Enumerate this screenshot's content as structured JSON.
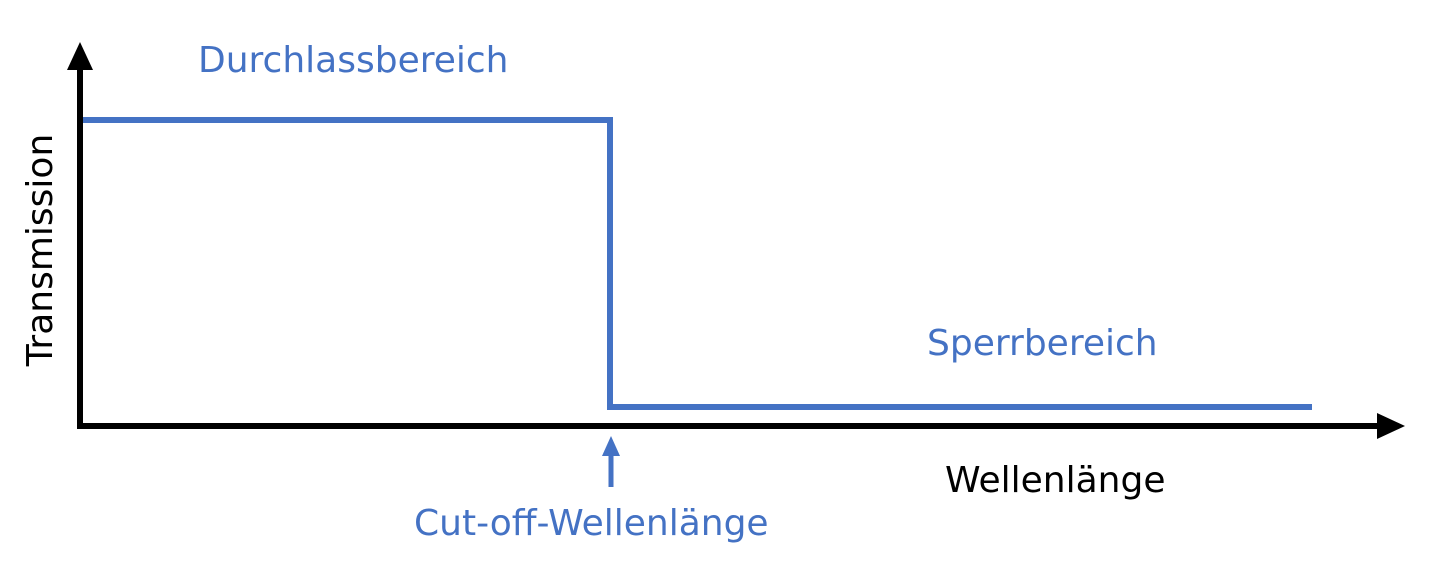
{
  "labels": {
    "passband": "Durchlassbereich",
    "stopband": "Sperrbereich",
    "y_axis": "Transmission",
    "x_axis": "Wellenlänge",
    "cutoff": "Cut-off-Wellenlänge"
  },
  "colors": {
    "curve": "#4472C4",
    "axes": "#000000",
    "label_accent": "#4472C4",
    "label_axis": "#000000"
  },
  "curve": {
    "type": "step-lowpass",
    "high_level": "passband",
    "low_level": "stopband"
  }
}
